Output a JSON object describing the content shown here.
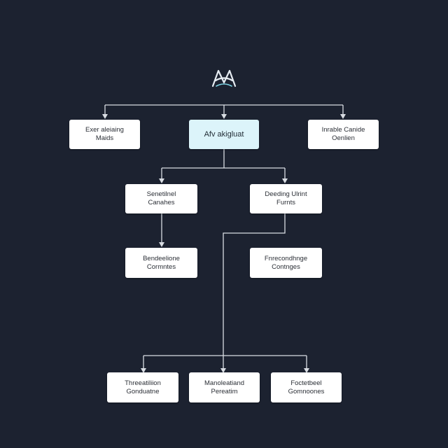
{
  "diagram": {
    "logo_icon": "double-a-monogram-icon",
    "colors": {
      "background": "#1c2230",
      "node_fill": "#ffffff",
      "root_fill": "#dcf4fa",
      "connector": "#d9dde3"
    },
    "nodes": {
      "left_top": {
        "line1": "Exer aleiaing",
        "line2": "Maids"
      },
      "root": {
        "line1": "Afv akigluat",
        "line2": ""
      },
      "right_top": {
        "line1": "Inrable Canide",
        "line2": "Oenlien"
      },
      "mid_left": {
        "line1": "Senetilnel",
        "line2": "Canahes"
      },
      "mid_right": {
        "line1": "Deeding Ulrint",
        "line2": "Furnts"
      },
      "low_left": {
        "line1": "Bendeelione",
        "line2": "Cormntes"
      },
      "low_right": {
        "line1": "Fnrecondhnge",
        "line2": "Contnges"
      },
      "bot_left": {
        "line1": "Threeatiliion",
        "line2": "Gonduatne"
      },
      "bot_center": {
        "line1": "Manoleatiand",
        "line2": "Pereatim"
      },
      "bot_right": {
        "line1": "Foctetbeel",
        "line2": "Gomnoones"
      }
    }
  }
}
